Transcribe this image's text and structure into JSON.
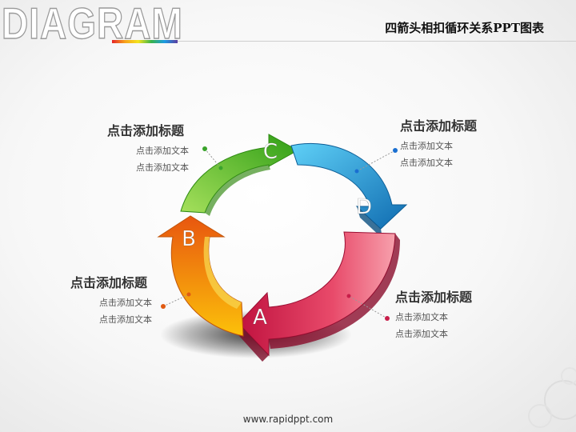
{
  "header": {
    "word": "DIAGRAM",
    "title": "四箭头相扣循环关系PPT图表"
  },
  "cycle": {
    "arrows": [
      {
        "letter": "A",
        "color": "#c81e4a"
      },
      {
        "letter": "B",
        "color": "#f07a12"
      },
      {
        "letter": "C",
        "color": "#4cb21e"
      },
      {
        "letter": "D",
        "color": "#1a8fd1"
      }
    ]
  },
  "labels": {
    "top_left": {
      "title": "点击添加标题",
      "line1": "点击添加文本",
      "line2": "点击添加文本",
      "dot_color": "#3aa32b"
    },
    "top_right": {
      "title": "点击添加标题",
      "line1": "点击添加文本",
      "line2": "点击添加文本",
      "dot_color": "#1a6fd1"
    },
    "bottom_left": {
      "title": "点击添加标题",
      "line1": "点击添加文本",
      "line2": "点击添加文本",
      "dot_color": "#e05a12"
    },
    "bottom_right": {
      "title": "点击添加标题",
      "line1": "点击添加文本",
      "line2": "点击添加文本",
      "dot_color": "#c81e4a"
    }
  },
  "footer": {
    "url": "www.rapidppt.com"
  }
}
